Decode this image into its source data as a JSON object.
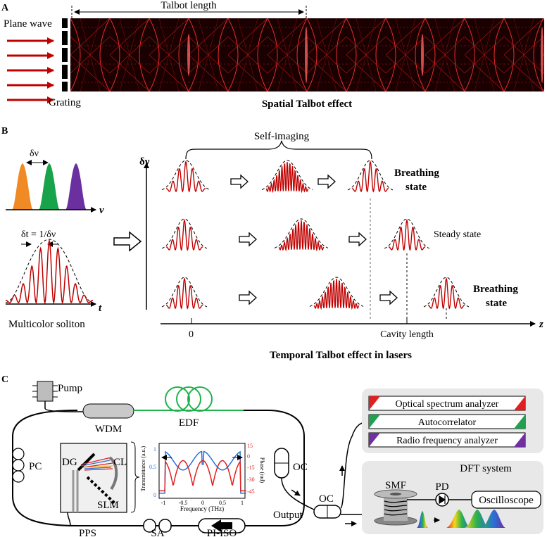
{
  "panels": {
    "a": {
      "letter": "A",
      "plane_wave": "Plane wave",
      "grating": "Grating",
      "talbot_length": "Talbot length",
      "caption": "Spatial Talbot effect",
      "colors": {
        "carpet_bg": "#1a0000",
        "carpet_line": "#ff2a2a",
        "arrow": "#c00000"
      }
    },
    "b": {
      "letter": "B",
      "delta_nu": "δν",
      "nu_axis": "ν",
      "delta_t": "δt = 1/δν",
      "t_axis": "t",
      "multicolor_soliton": "Multicolor soliton",
      "y_axis": "δν",
      "z_axis": "z",
      "self_imaging": "Self-imaging",
      "breathing_state_1": "Breathing",
      "breathing_state_1b": "state",
      "steady_state": "Steady state",
      "breathing_state_2": "Breathing",
      "breathing_state_2b": "state",
      "tick_zero": "0",
      "cavity_length": "Cavity length",
      "caption": "Temporal Talbot effect in lasers",
      "colors": {
        "orange": "#f08a24",
        "green": "#17a34a",
        "purple": "#6b2fa0",
        "pulse": "#c00000"
      }
    },
    "c": {
      "letter": "C",
      "pump": "Pump",
      "wdm": "WDM",
      "edf": "EDF",
      "pc": "PC",
      "oc1": "OC",
      "output": "Output",
      "oc2": "OC",
      "pps": "PPS",
      "sa": "SA",
      "pi_iso": "PI-ISO",
      "dg": "DG",
      "cl": "CL",
      "slm": "SLM",
      "inset": {
        "ylabel_left": "Transmittance (a.u.)",
        "ylabel_right": "Phase (rad)",
        "xlabel": "Frequency (THz)",
        "left_ticks": [
          "1",
          "0.5",
          "0"
        ],
        "right_ticks": [
          "15",
          "0",
          "-15",
          "-30",
          "-45"
        ],
        "x_ticks": [
          "-1",
          "-0.5",
          "0",
          "0.5",
          "1"
        ]
      },
      "analyzers": {
        "osa": "Optical spectrum analyzer",
        "ac": "Autocorrelator",
        "rfa": "Radio frequency analyzer"
      },
      "dft": {
        "title": "DFT system",
        "smf": "SMF",
        "pd": "PD",
        "oscilloscope": "Oscilloscope"
      },
      "colors": {
        "edf": "#1fb24a",
        "osa": "#e02020",
        "ac": "#22a050",
        "rfa": "#7030a0",
        "box_bg": "#e8e8e8"
      }
    }
  }
}
